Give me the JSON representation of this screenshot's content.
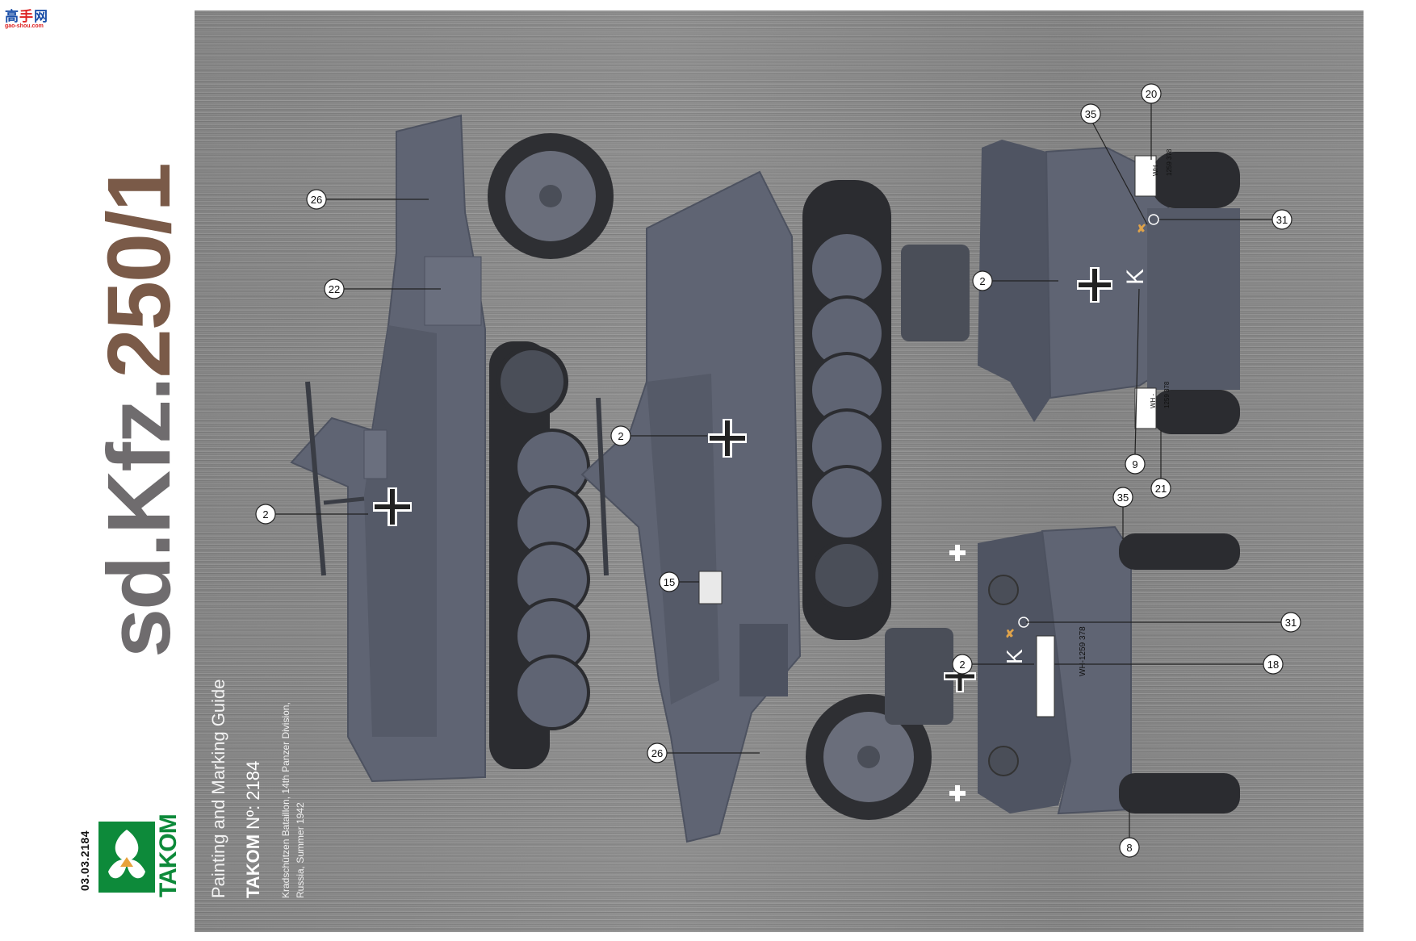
{
  "watermark": {
    "name_left": "高",
    "name_mid": "手",
    "name_right": "网",
    "url": "gao-shou.com"
  },
  "header": {
    "title_main": "sd.Kfz.",
    "title_accent": "250/1",
    "guide_label": "Painting and Marking Guide",
    "kit_brand": "TAKOM",
    "kit_number": "Nº: 2184",
    "unit_line1": "Kradschützen Bataillon, 14th Panzer Division,",
    "unit_line2": "Russia, Summer 1942"
  },
  "logo": {
    "word": "TAKOM",
    "code": "03.03.2184"
  },
  "colors": {
    "vehicle": "#5f6473",
    "vehicle_dark": "#4d5260",
    "tyre": "#2e2f33",
    "balkenkreuz": "#ffffff",
    "symbol": "#e0a34a",
    "logo_green": "#0d8a3a"
  },
  "decals": {
    "cross_marking": "balkenkreuz",
    "letter": "K",
    "plate_text": "WH-1259 378",
    "plate_top": "WH -",
    "plate_bottom": "1259 378"
  },
  "callouts": {
    "left_26": "26",
    "left_22": "22",
    "left_2": "2",
    "mid_2": "2",
    "mid_15": "15",
    "mid_26": "26",
    "tr_35": "35",
    "tr_20": "20",
    "tr_31": "31",
    "tr_2": "2",
    "tr_9": "9",
    "tr_21": "21",
    "br_35": "35",
    "br_31": "31",
    "br_2": "2",
    "br_18": "18",
    "br_8": "8"
  }
}
